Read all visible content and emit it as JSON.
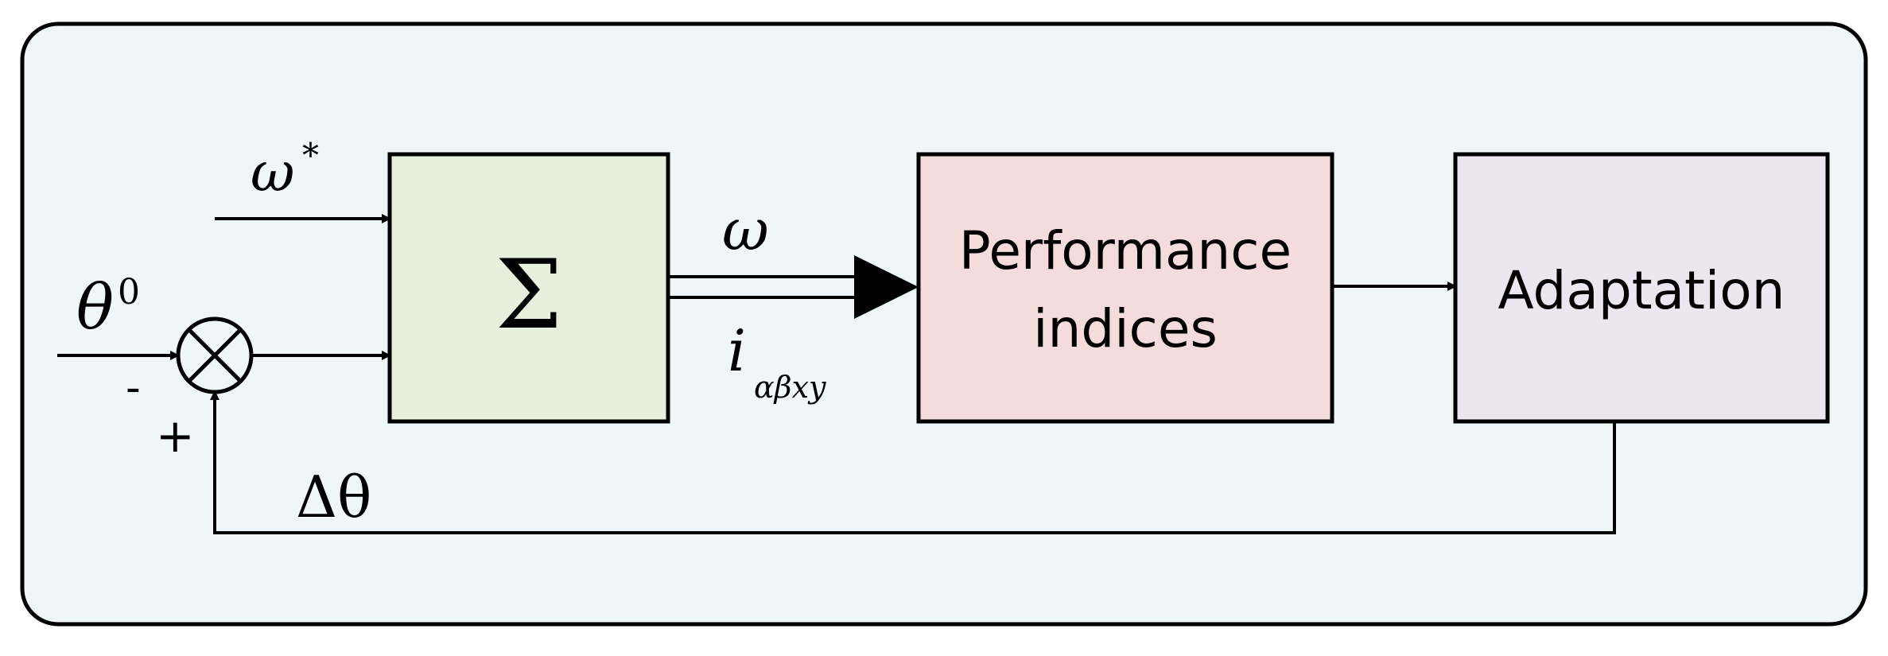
{
  "colors": {
    "background": "#eef6f8",
    "sum_block": "#e9efdd",
    "performance_block": "#f3dcdb",
    "adaptation_block": "#ebe6ef",
    "line": "#000000"
  },
  "inputs": {
    "omega_star_symbol": "ω",
    "omega_star_superscript": "*",
    "theta0_symbol": "θ",
    "theta0_superscript": "0"
  },
  "summing_junction": {
    "minus_sign": "-",
    "plus_sign": "+"
  },
  "blocks": {
    "sum_symbol": "Σ",
    "performance_line1": "Performance",
    "performance_line2": "indices",
    "adaptation": "Adaptation"
  },
  "signals": {
    "omega": "ω",
    "current_symbol": "i",
    "current_subscript": "αβxy",
    "delta_theta": "Δθ"
  }
}
